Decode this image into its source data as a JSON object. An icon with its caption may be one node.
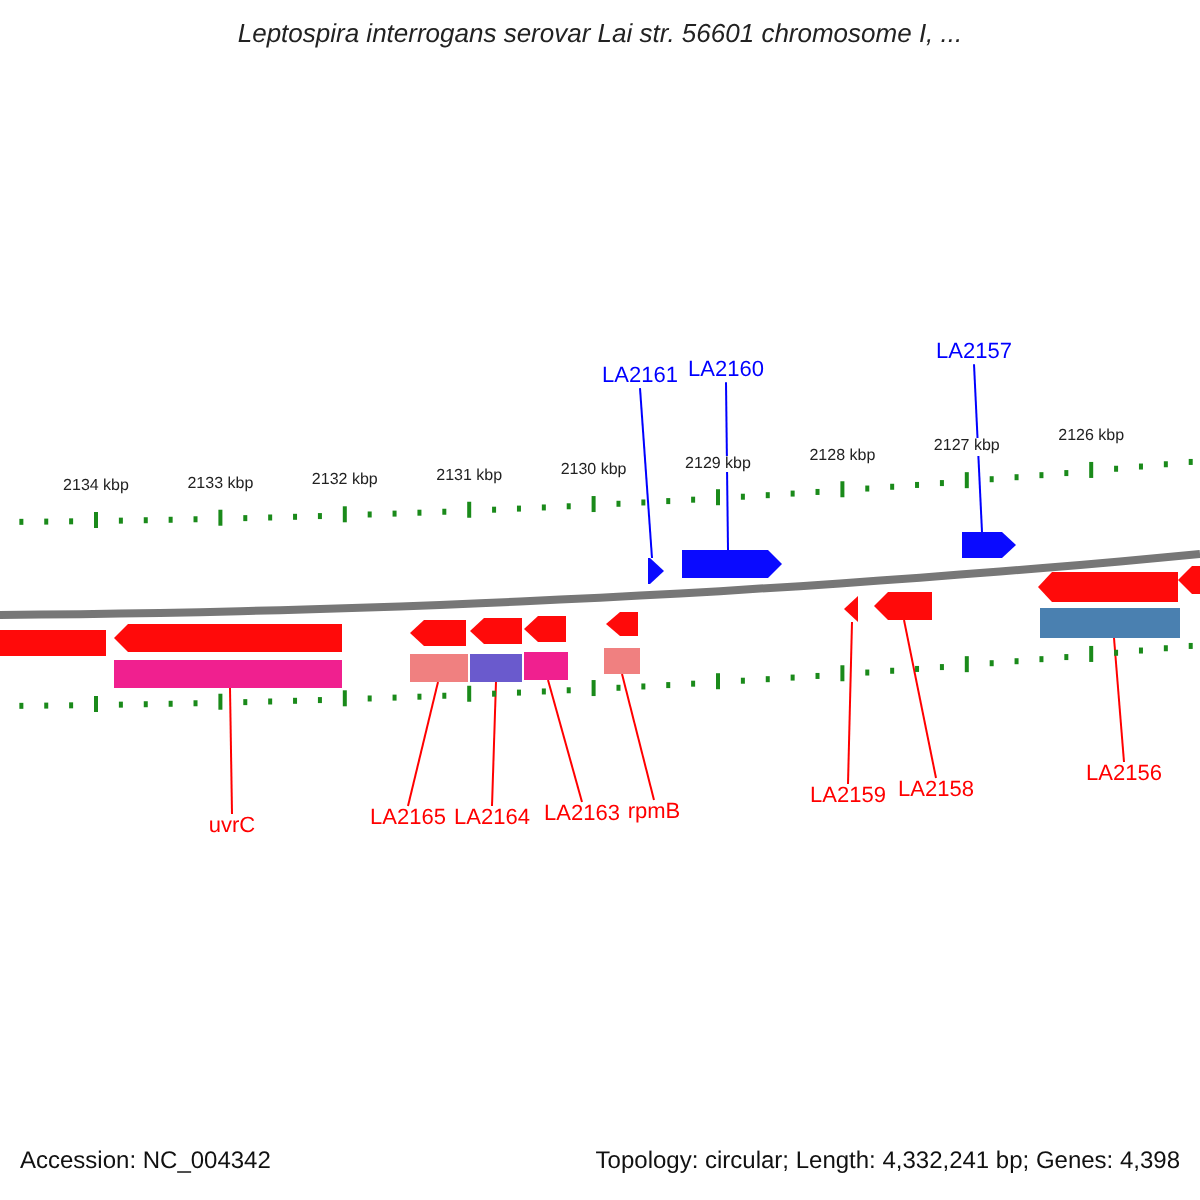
{
  "diagram": {
    "title": "Leptospira interrogans serovar Lai str. 56601 chromosome I, ...",
    "nodes": [
      {
        "text": [
          "LA2161"
        ]
      },
      {
        "text": [
          "LA2160"
        ]
      },
      {
        "text": [
          "LA2157"
        ]
      },
      {
        "text": [
          "uvrC"
        ]
      },
      {
        "text": [
          "LA2165"
        ]
      },
      {
        "text": [
          "LA2164"
        ]
      },
      {
        "text": [
          "LA2163"
        ]
      },
      {
        "text": [
          "rpmB"
        ]
      },
      {
        "text": [
          "LA2159"
        ]
      },
      {
        "text": [
          "LA2158"
        ]
      },
      {
        "text": [
          "LA2156"
        ]
      },
      {
        "text": [],
        "shape": "box"
      },
      {
        "text": [],
        "shape": "box"
      },
      {
        "text": [],
        "shape": "box"
      },
      {
        "text": [],
        "shape": "box"
      },
      {
        "text": [],
        "shape": "box"
      },
      {
        "text": [],
        "shape": "box"
      },
      {
        "text": [],
        "shape": "box"
      },
      {
        "text": [],
        "shape": "box"
      },
      {
        "text": [],
        "shape": "box"
      },
      {
        "text": [],
        "shape": "box"
      },
      {
        "text": [],
        "shape": "box"
      },
      {
        "text": [],
        "shape": "box"
      },
      {
        "text": [],
        "shape": "box"
      },
      {
        "text": [],
        "shape": "bar"
      },
      {
        "text": [],
        "shape": "bar"
      },
      {
        "text": [],
        "shape": "bar"
      },
      {
        "text": [],
        "shape": "bar"
      },
      {
        "text": [],
        "shape": "bar"
      },
      {
        "text": [],
        "shape": "bar"
      }
    ],
    "edges": [
      {
        "from": 0,
        "to": 11,
        "arrow": "none",
        "color": "#0000ff"
      },
      {
        "from": 1,
        "to": 12,
        "arrow": "none",
        "color": "#0000ff"
      },
      {
        "from": 2,
        "to": 13,
        "arrow": "none",
        "color": "#0000ff"
      },
      {
        "from": 3,
        "to": 24,
        "arrow": "none"
      },
      {
        "from": 4,
        "to": 25,
        "arrow": "none"
      },
      {
        "from": 5,
        "to": 26,
        "arrow": "none"
      },
      {
        "from": 6,
        "to": 27,
        "arrow": "none"
      },
      {
        "from": 7,
        "to": 28,
        "arrow": "none"
      },
      {
        "from": 8,
        "to": 20,
        "arrow": "none"
      },
      {
        "from": 9,
        "to": 21,
        "arrow": "none"
      },
      {
        "from": 10,
        "to": 29,
        "arrow": "none"
      }
    ],
    "labels": [
      "2134 kbp",
      "2133 kbp",
      "2132 kbp",
      "2131 kbp",
      "2130 kbp",
      "2129 kbp",
      "2128 kbp",
      "2127 kbp",
      "2126 kbp",
      "Accession: NC_004342",
      "Topology: circular; Length: 4,332,241 bp; Genes: 4,398"
    ]
  }
}
